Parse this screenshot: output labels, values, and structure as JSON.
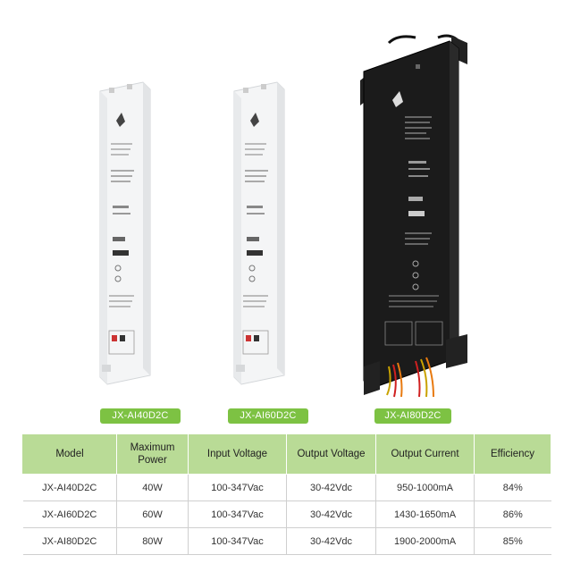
{
  "products": [
    {
      "label": "JX-AI40D2C",
      "body_color": "#f2f3f4"
    },
    {
      "label": "JX-AI60D2C",
      "body_color": "#f2f3f4"
    },
    {
      "label": "JX-AI80D2C",
      "body_color": "#1a1a1a"
    }
  ],
  "accent_color": "#7dc243",
  "header_color": "#b9db96",
  "table": {
    "headers": [
      "Model",
      "Maximum Power",
      "Input Voltage",
      "Output Voltage",
      "Output Current",
      "Efficiency"
    ],
    "rows": [
      [
        "JX-AI40D2C",
        "40W",
        "100-347Vac",
        "30-42Vdc",
        "950-1000mA",
        "84%"
      ],
      [
        "JX-AI60D2C",
        "60W",
        "100-347Vac",
        "30-42Vdc",
        "1430-1650mA",
        "86%"
      ],
      [
        "JX-AI80D2C",
        "80W",
        "100-347Vac",
        "30-42Vdc",
        "1900-2000mA",
        "85%"
      ]
    ]
  }
}
